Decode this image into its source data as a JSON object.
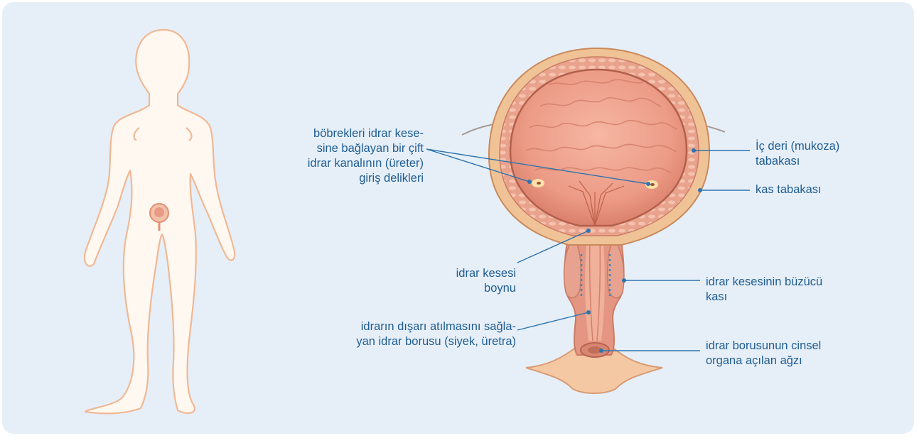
{
  "colors": {
    "background": "#e6eff8",
    "label_text": "#1f5d93",
    "leader_line": "#2e74ad",
    "body_outline": "#f0b894",
    "bladder": "#eba08c"
  },
  "labels": {
    "ureter_openings": "böbrekleri idrar kese-\nsine bağlayan bir çift\nidrar kanalının (üreter)\ngiriş delikleri",
    "bladder_neck": "idrar kesesi\nboynu",
    "urethra": "idrarın dışarı atılmasını sağla-\nyan idrar borusu (siyek, üretra)",
    "mucosa_layer": "İç deri (mukoza)\ntabakası",
    "muscle_layer": "kas tabakası",
    "sphincter": "idrar kesesinin büzücü\nkası",
    "urethral_opening": "idrar borusunun cinsel\norgana açılan ağzı"
  }
}
